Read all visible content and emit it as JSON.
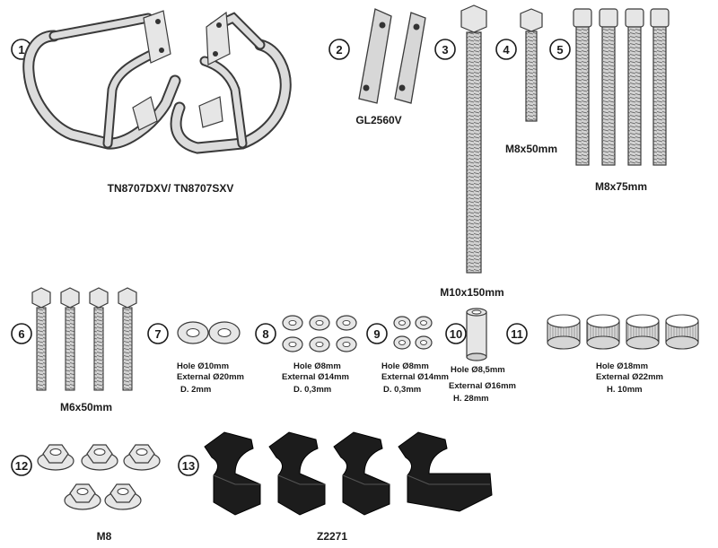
{
  "parts": [
    {
      "number": "1",
      "label": "TN8707DXV/ TN8707SXV"
    },
    {
      "number": "2",
      "label": "GL2560V"
    },
    {
      "number": "3",
      "label": "M10x150mm"
    },
    {
      "number": "4",
      "label": "M8x50mm"
    },
    {
      "number": "5",
      "label": "M8x75mm"
    },
    {
      "number": "6",
      "label": "M6x50mm"
    },
    {
      "number": "7",
      "specs": [
        "Hole Ø10mm",
        "External Ø20mm",
        "D. 2mm"
      ]
    },
    {
      "number": "8",
      "specs": [
        "Hole Ø8mm",
        "External Ø14mm",
        "D. 0,3mm"
      ]
    },
    {
      "number": "9",
      "specs": [
        "Hole Ø8mm",
        "External Ø14mm",
        "D. 0,3mm"
      ]
    },
    {
      "number": "10",
      "specs": [
        "Hole Ø8,5mm",
        "External Ø16mm",
        "H. 28mm"
      ]
    },
    {
      "number": "11",
      "specs": [
        "Hole Ø18mm",
        "External Ø22mm",
        "H. 10mm"
      ]
    },
    {
      "number": "12",
      "label": "M8"
    },
    {
      "number": "13",
      "label": "Z2271"
    }
  ]
}
